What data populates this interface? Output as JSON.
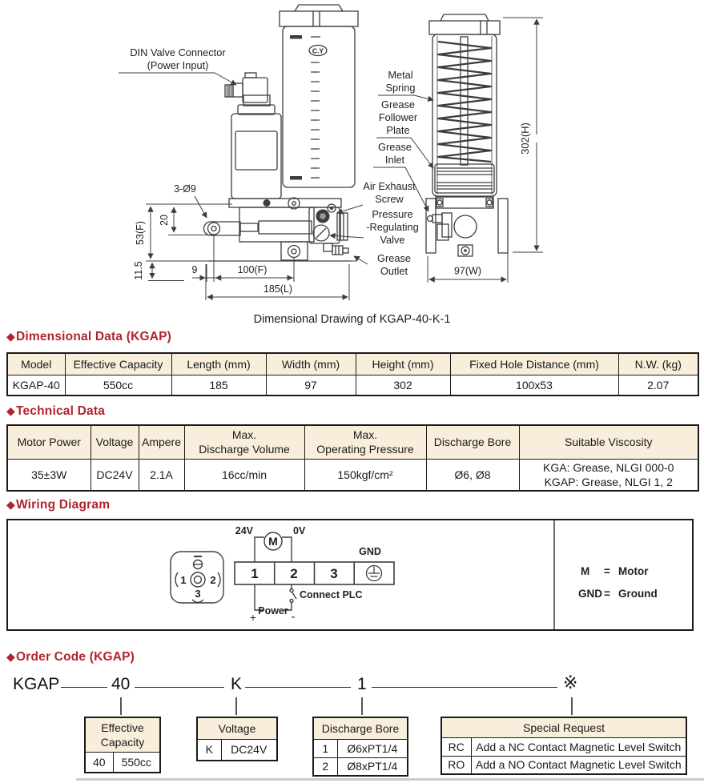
{
  "ui": {
    "diamond": "◆"
  },
  "colors": {
    "accent": "#b1232e",
    "header_bg": "#f8eedb",
    "line": "#3d3d3d"
  },
  "drawing": {
    "caption": "Dimensional Drawing of KGAP-40-K-1",
    "logo": "C.Y",
    "labels": {
      "din_l1": "DIN Valve Connector",
      "din_l2": "(Power Input)",
      "spring_l1": "Metal",
      "spring_l2": "Spring",
      "follower_l1": "Grease",
      "follower_l2": "Follower",
      "follower_l3": "Plate",
      "inlet_l1": "Grease",
      "inlet_l2": "Inlet",
      "exhaust_l1": "Air Exhaust",
      "exhaust_l2": "Screw",
      "prv_l1": "Pressure",
      "prv_l2": "-Regulating",
      "prv_l3": "Valve",
      "outlet_l1": "Grease",
      "outlet_l2": "Outlet"
    },
    "dims": {
      "holes": "3-Ø9",
      "h20": "20",
      "h53": "53(F)",
      "h115": "11.5",
      "w9": "9",
      "w100": "100(F)",
      "w185": "185(L)",
      "h302": "302(H)",
      "w97": "97(W)"
    }
  },
  "dimensional": {
    "title": "Dimensional Data (KGAP)",
    "headers": [
      "Model",
      "Effective Capacity",
      "Length (mm)",
      "Width (mm)",
      "Height (mm)",
      "Fixed Hole Distance (mm)",
      "N.W. (kg)"
    ],
    "row": [
      "KGAP-40",
      "550cc",
      "185",
      "97",
      "302",
      "100x53",
      "2.07"
    ]
  },
  "technical": {
    "title": "Technical Data",
    "headers": [
      "Motor Power",
      "Voltage",
      "Ampere",
      "Max.\nDischarge Volume",
      "Max.\nOperating Pressure",
      "Discharge Bore",
      "Suitable Viscosity"
    ],
    "row": [
      "35±3W",
      "DC24V",
      "2.1A",
      "16cc/min",
      "150kgf/cm²",
      "Ø6, Ø8",
      "KGA: Grease, NLGI 000-0\nKGAP: Grease, NLGI 1, 2"
    ]
  },
  "wiring": {
    "title": "Wiring Diagram",
    "v24": "24V",
    "v0": "0V",
    "motor": "M",
    "gnd_label": "GND",
    "pin1": "1",
    "pin2": "2",
    "pin3": "3",
    "t1": "1",
    "t2": "2",
    "t3": "3",
    "connect_plc": "Connect PLC",
    "plus": "+",
    "power": "Power",
    "minus": "-",
    "legend": {
      "m_key": "M",
      "m_eq": "=",
      "m_val": "Motor",
      "gnd_key": "GND",
      "gnd_eq": "=",
      "gnd_val": "Ground"
    }
  },
  "order": {
    "title": "Order Code (KGAP)",
    "code": {
      "base": "KGAP",
      "capacity": "40",
      "voltage": "K",
      "bore": "1",
      "special": "※"
    },
    "capacity_table": {
      "header": "Effective\nCapacity",
      "code": "40",
      "value": "550cc"
    },
    "voltage_table": {
      "header": "Voltage",
      "code": "K",
      "value": "DC24V"
    },
    "bore_table": {
      "header": "Discharge Bore",
      "rows": [
        [
          "1",
          "Ø6xPT1/4"
        ],
        [
          "2",
          "Ø8xPT1/4"
        ]
      ]
    },
    "special_table": {
      "header": "Special Request",
      "rows": [
        [
          "RC",
          "Add a NC Contact Magnetic Level Switch"
        ],
        [
          "RO",
          "Add a NO Contact Magnetic Level Switch"
        ]
      ]
    }
  }
}
